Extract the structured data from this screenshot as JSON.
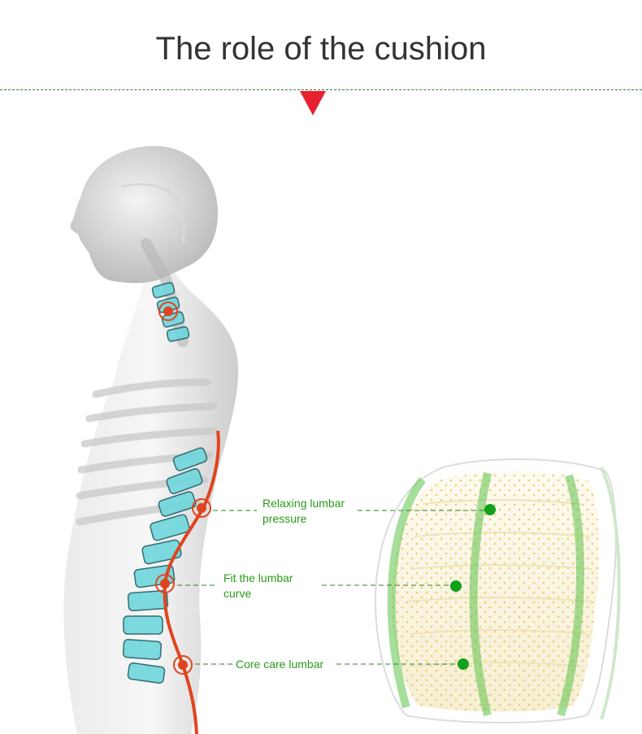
{
  "page": {
    "title": "The role of the cushion"
  },
  "callouts": [
    {
      "line1": "Relaxing lumbar",
      "line2": "pressure"
    },
    {
      "line1": "Fit the lumbar",
      "line2": "curve"
    },
    {
      "line1": "Core care lumbar",
      "line2": ""
    }
  ],
  "colors": {
    "title": "#333333",
    "divider": "#2e7d32",
    "marker": "#e8202e",
    "callout_text": "#2a9a1a",
    "callout_dot": "#11a11a",
    "spine": "#6fd6dc",
    "nerve": "#e0441e",
    "cushion": "#fbf6e4",
    "cushion_glow": "#5cc24a"
  },
  "icons": {
    "divider_marker": "red-triangle-down-icon",
    "pain_point": "target-ring-icon",
    "callout_point": "green-dot-icon"
  }
}
